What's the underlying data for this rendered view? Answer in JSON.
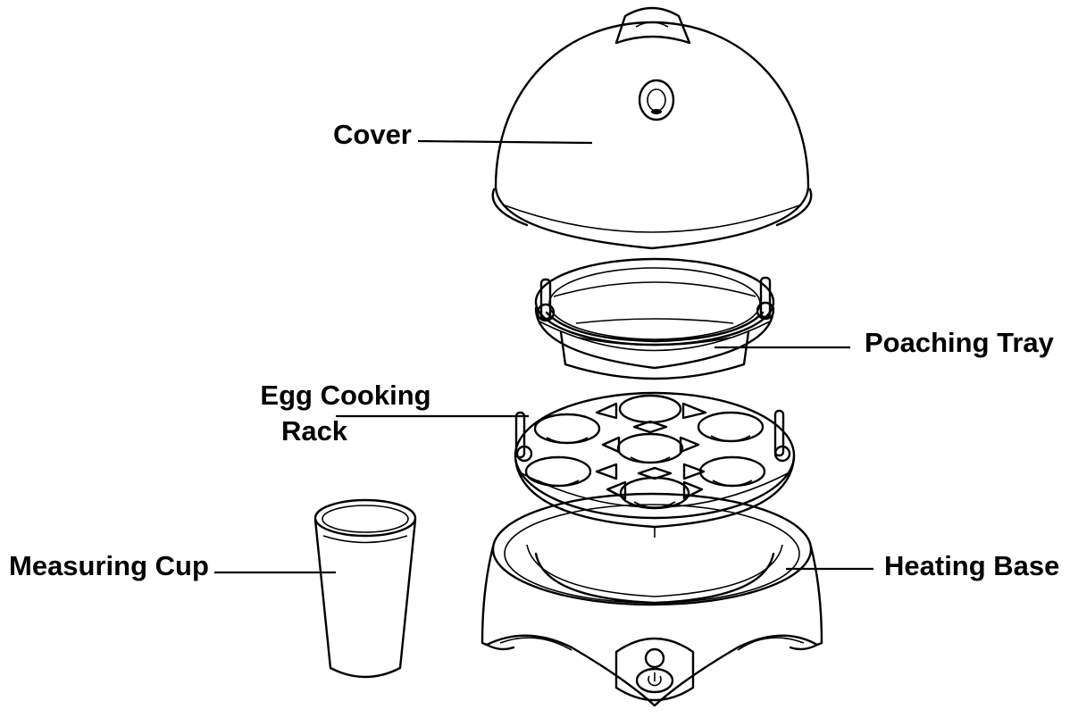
{
  "labels": {
    "cover": "Cover",
    "poaching_tray": "Poaching Tray",
    "egg_rack_line1": "Egg Cooking",
    "egg_rack_line2": "Rack",
    "measuring_cup": "Measuring Cup",
    "heating_base": "Heating Base"
  },
  "icons": {
    "power": "power-icon",
    "indicator": "indicator-light-icon"
  },
  "colors": {
    "ink": "#000000",
    "paper": "#ffffff"
  }
}
